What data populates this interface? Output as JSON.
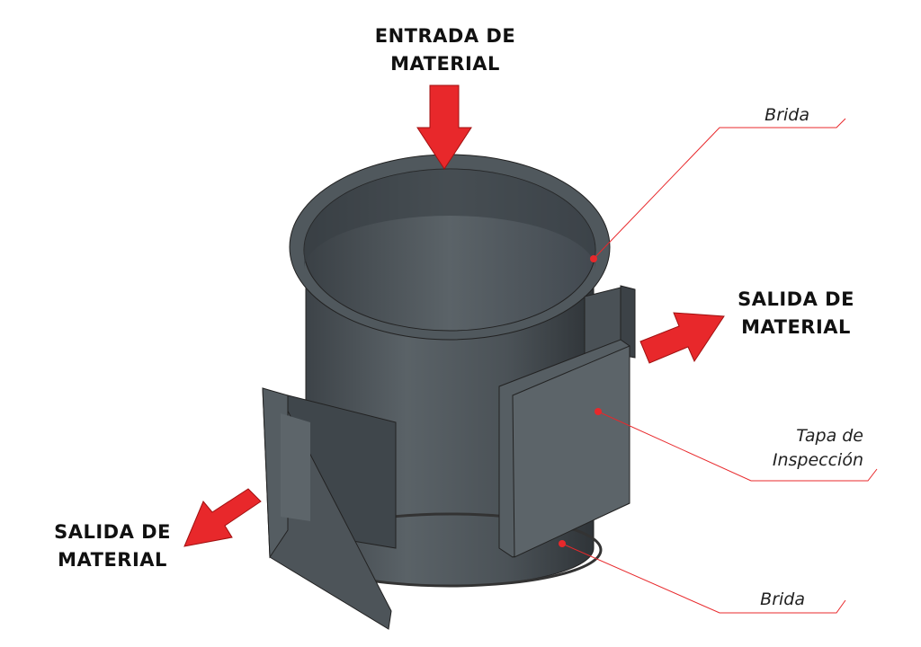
{
  "labels": {
    "inlet": [
      "ENTRADA DE",
      "MATERIAL"
    ],
    "outlet_right": [
      "SALIDA DE",
      "MATERIAL"
    ],
    "outlet_left": [
      "SALIDA DE",
      "MATERIAL"
    ]
  },
  "callouts": {
    "flange_top": "Brida",
    "inspection_cover": [
      "Tapa de",
      "Inspección"
    ],
    "flange_bottom": "Brida"
  },
  "colors": {
    "arrow": "#e8282b",
    "leader": "#e8282b",
    "body": "#4a5157"
  }
}
